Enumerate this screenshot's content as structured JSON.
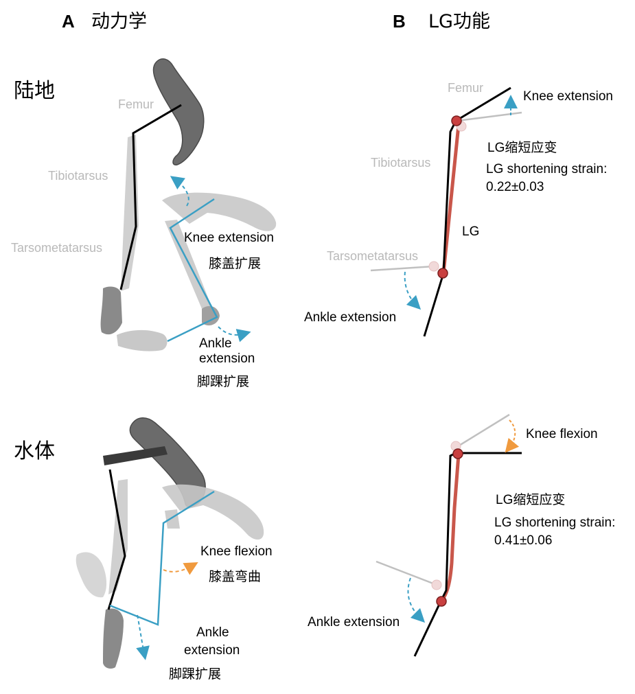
{
  "panel_a": {
    "letter": "A",
    "title": "动力学"
  },
  "panel_b": {
    "letter": "B",
    "title": "LG功能"
  },
  "conditions": {
    "land": "陆地",
    "water": "水体"
  },
  "bone_labels": {
    "femur": "Femur",
    "femur_partial": "Femur",
    "tibiotarsus": "Tibiotarsus",
    "tarsometatarsus": "Tarsometatarsus"
  },
  "land_kinematics": {
    "knee_en": "Knee extension",
    "knee_cn": "膝盖扩展",
    "ankle_en_1": "Ankle",
    "ankle_en_2": "extension",
    "ankle_cn": "脚踝扩展"
  },
  "water_kinematics": {
    "knee_en": "Knee flexion",
    "knee_cn": "膝盖弯曲",
    "ankle_en_1": "Ankle",
    "ankle_en_2": "extension",
    "ankle_cn": "脚踝扩展"
  },
  "land_function": {
    "knee": "Knee extension",
    "ankle": "Ankle extension",
    "muscle": "LG",
    "strain_cn": "LG缩短应变",
    "strain_en": "LG shortening strain:",
    "strain_val": "0.22±0.03"
  },
  "water_function": {
    "knee": "Knee flexion",
    "ankle": "Ankle extension",
    "strain_cn": "LG缩短应变",
    "strain_en": "LG shortening strain:",
    "strain_val": "0.41±0.06"
  },
  "colors": {
    "blue": "#3a9fc4",
    "orange": "#f09a3e",
    "red": "#c0392b",
    "bone_dark": "#6b6b6b",
    "bone_light": "#c8c8c8",
    "grey_text": "#b9b9b9"
  }
}
